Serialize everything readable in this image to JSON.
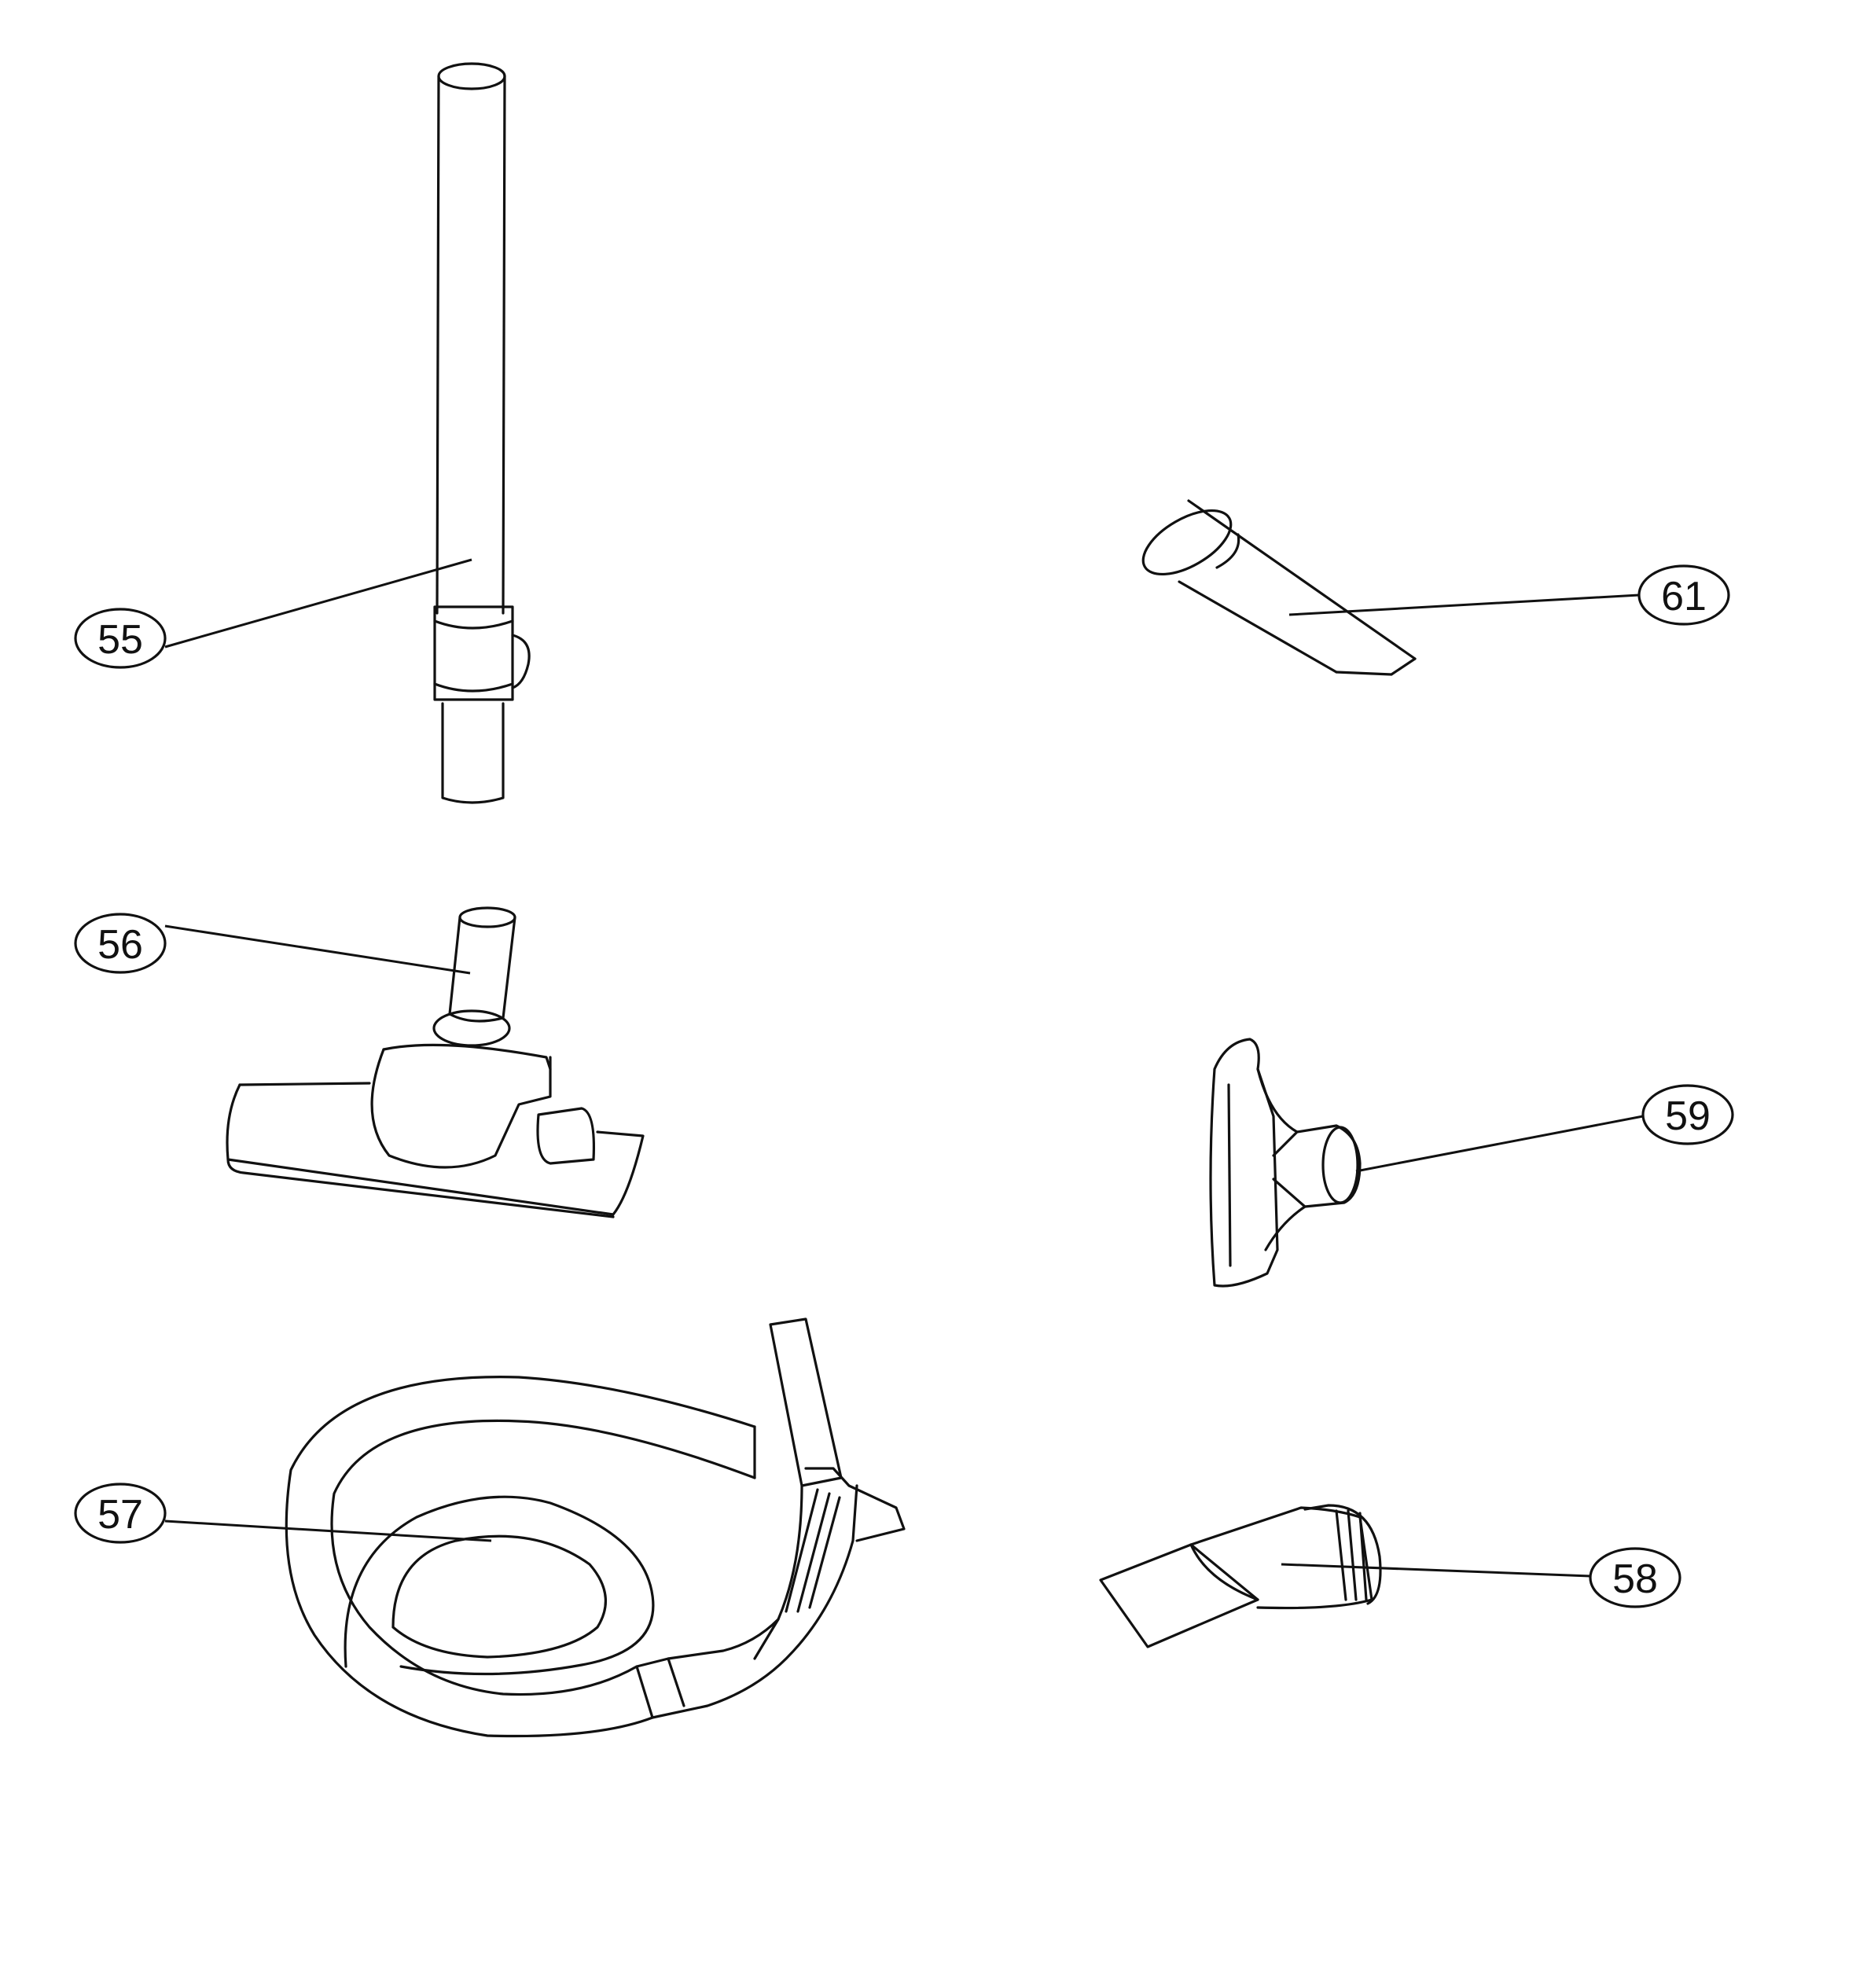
{
  "callouts": {
    "c55": "55",
    "c56": "56",
    "c57": "57",
    "c58": "58",
    "c59": "59",
    "c61": "61"
  },
  "colors": {
    "line": "#111111",
    "background": "#ffffff"
  }
}
